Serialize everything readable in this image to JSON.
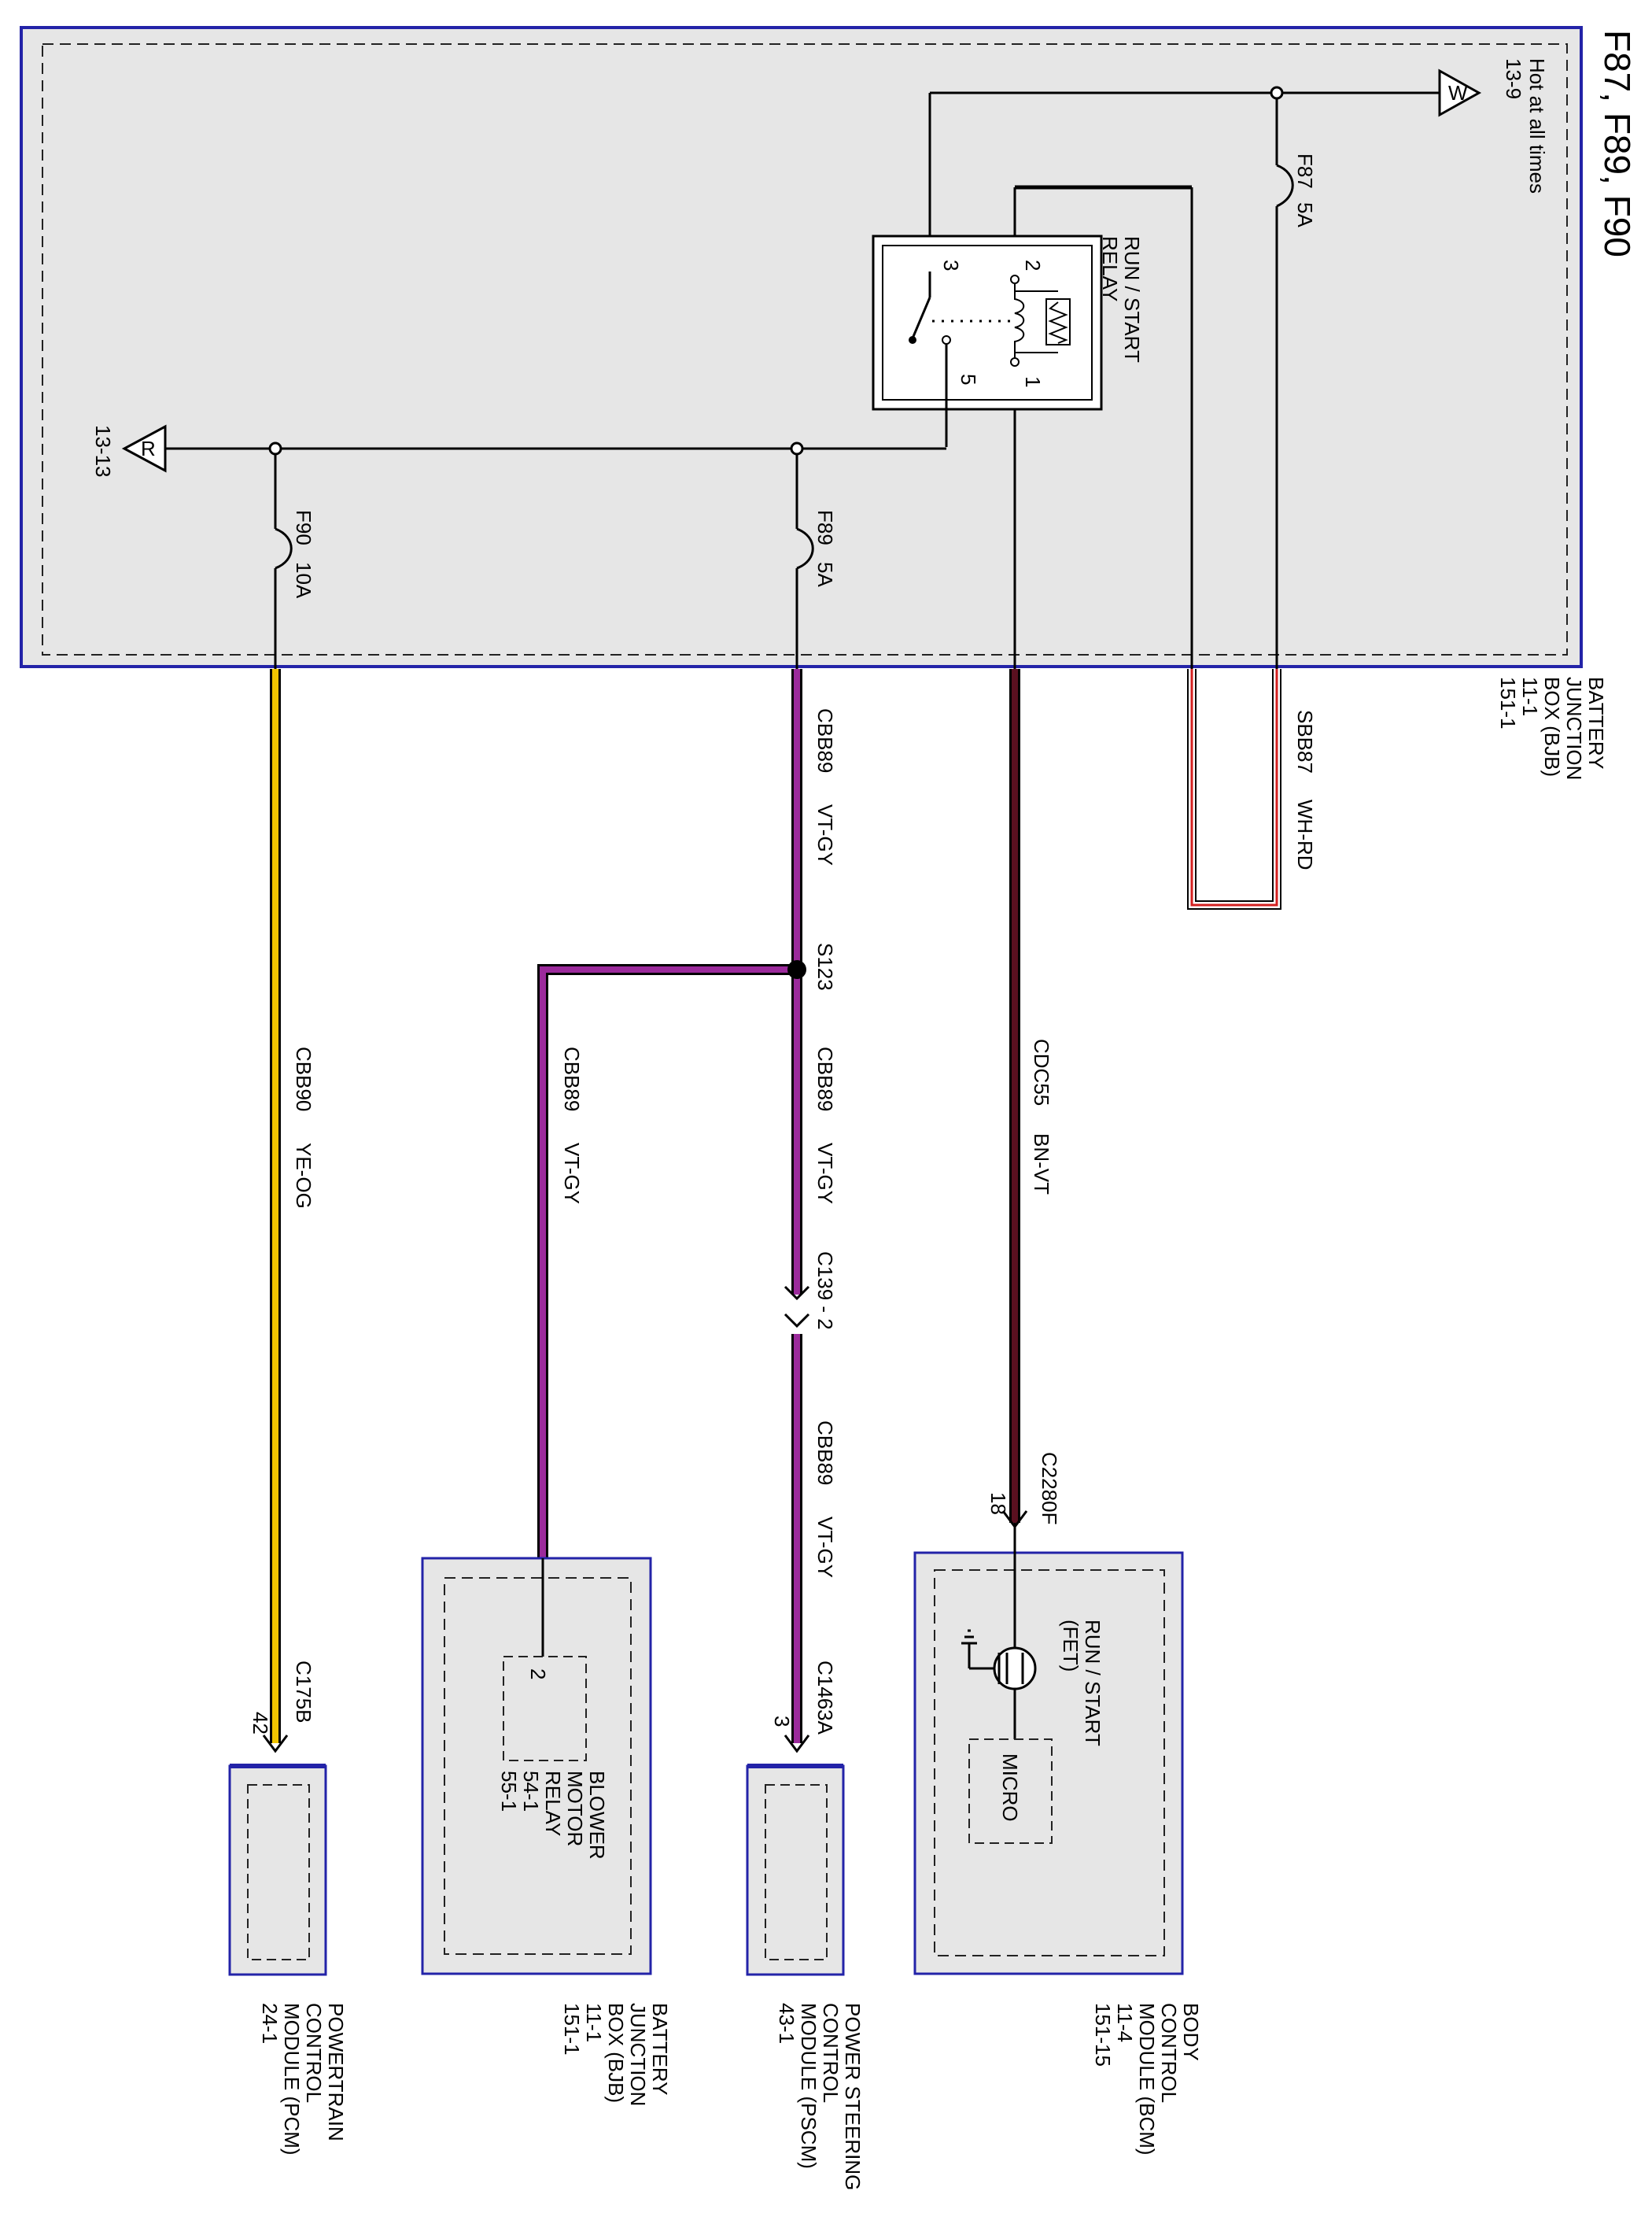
{
  "title": "F87, F89, F90",
  "bjb_top": {
    "label": [
      "BATTERY",
      "JUNCTION",
      "BOX (BJB)",
      "11-1",
      "151-1"
    ],
    "hot_at_all_times": "Hot at all times",
    "hot_ref": "13-9",
    "hot_marker": "W",
    "r_marker": "R",
    "r_ref": "13-13",
    "relay": {
      "label": [
        "RUN / START",
        "RELAY"
      ],
      "pins": [
        "1",
        "2",
        "3",
        "5"
      ]
    },
    "fuses": [
      {
        "id": "F87",
        "rating": "5A"
      },
      {
        "id": "F89",
        "rating": "5A"
      },
      {
        "id": "F90",
        "rating": "10A"
      }
    ]
  },
  "wires": [
    {
      "circuit": "SBB87",
      "color": "WH-RD"
    },
    {
      "circuit": "CDC55",
      "color": "BN-VT"
    },
    {
      "circuit": "CBB89",
      "color": "VT-GY"
    },
    {
      "circuit": "CBB89",
      "color": "VT-GY"
    },
    {
      "circuit": "CBB89",
      "color": "VT-GY"
    },
    {
      "circuit": "CBB89",
      "color": "VT-GY"
    },
    {
      "circuit": "CBB90",
      "color": "YE-OG"
    }
  ],
  "splice": "S123",
  "connectors": {
    "c139": "C139 - 2",
    "c2280f": "C2280F",
    "c2280f_pin": "18",
    "c1463a": "C1463A",
    "c1463a_pin": "3",
    "c175b": "C175B",
    "c175b_pin": "42"
  },
  "modules": {
    "bcm": {
      "label": [
        "BODY",
        "CONTROL",
        "MODULE (BCM)",
        "11-4",
        "151-15"
      ],
      "fet": [
        "RUN / START",
        "(FET)"
      ],
      "micro": "MICRO"
    },
    "pscm": {
      "label": [
        "POWER STEERING",
        "CONTROL",
        "MODULE (PSCM)",
        "43-1"
      ]
    },
    "bjb_blower": {
      "label": [
        "BATTERY",
        "JUNCTION",
        "BOX (BJB)",
        "11-1",
        "151-1"
      ],
      "relay": [
        "BLOWER",
        "MOTOR",
        "RELAY",
        "54-1",
        "55-1"
      ],
      "pin": "2"
    },
    "pcm": {
      "label": [
        "POWERTRAIN",
        "CONTROL",
        "MODULE (PCM)",
        "24-1"
      ]
    }
  },
  "colors": {
    "box_fill": "#e6e6e6",
    "box_border": "#2323a8",
    "wire_wh_rd": "#d42020",
    "wire_bn_vt": "#5a1020",
    "wire_vt_gy": "#9b2a9b",
    "wire_ye_og": "#f0c400"
  }
}
